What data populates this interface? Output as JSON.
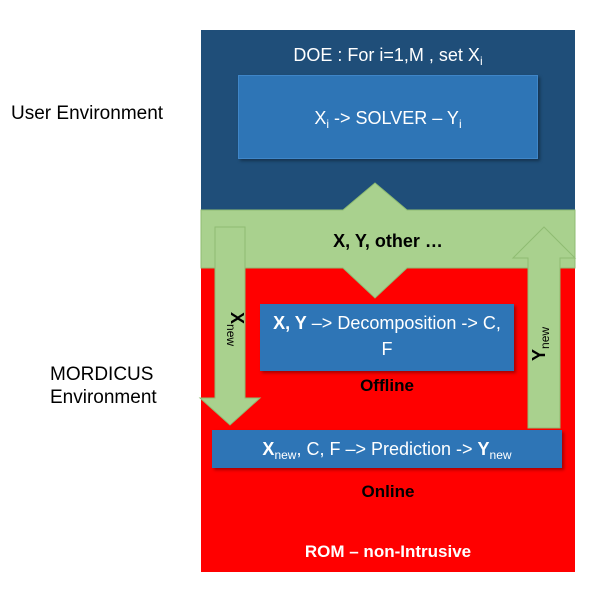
{
  "environments": {
    "user": "User Environment",
    "mordicus_line1": "MORDICUS",
    "mordicus_line2": "Environment"
  },
  "top_panel": {
    "doe_prefix": "DOE : For i=1,M , set X",
    "doe_sub": "i",
    "solver_x": "X",
    "solver_x_sub": "i",
    "solver_mid": " -> SOLVER – Y",
    "solver_y_sub": "i"
  },
  "band": {
    "text": "X, Y, other …"
  },
  "arrows": {
    "x_new_main": "X",
    "x_new_sub": "new",
    "y_new_main": "Y",
    "y_new_sub": "new"
  },
  "offline_box": {
    "bold": "X, Y",
    "rest": " –> Decomposition -> C, F",
    "stage": "Offline"
  },
  "online_box": {
    "x_bold": "X",
    "x_sub": "new",
    "middle": ", C, F –> Prediction -> ",
    "y_bold": "Y",
    "y_sub": "new",
    "stage": "Online"
  },
  "footer": {
    "rom": "ROM – non-Intrusive"
  },
  "colors": {
    "user_panel": "#1f4e79",
    "mordicus_panel": "#ff0000",
    "box_blue": "#2e75b6",
    "arrow_green": "#a9d18e",
    "arrow_stroke": "#8fbc72"
  }
}
